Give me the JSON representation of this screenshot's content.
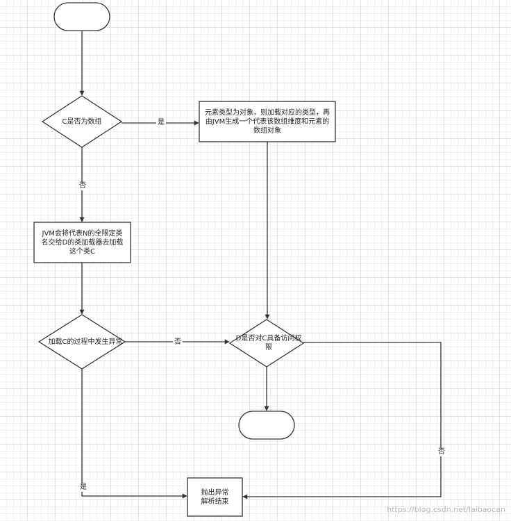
{
  "nodes": {
    "start": "",
    "is_array": "C是否为数组",
    "array_element": "元素类型为对象，则加载对应的类型，再由JVM生成一个代表该数组维度和元素的数组对象",
    "jvm_load": "JVM会将代表N的全限定类名交给D的类加载器去加载这个类C",
    "load_exception": "加载C的过程中发生异常",
    "access_check": "D是否对C具备访问权限",
    "end": "",
    "throw_exception": "抛出异常解析结束"
  },
  "edges": {
    "is_array_yes": "是",
    "is_array_no": "否",
    "exception_no": "否",
    "exception_yes": "是",
    "access_no": "否"
  },
  "watermark": "https://blog.csdn.net/laibaocan"
}
